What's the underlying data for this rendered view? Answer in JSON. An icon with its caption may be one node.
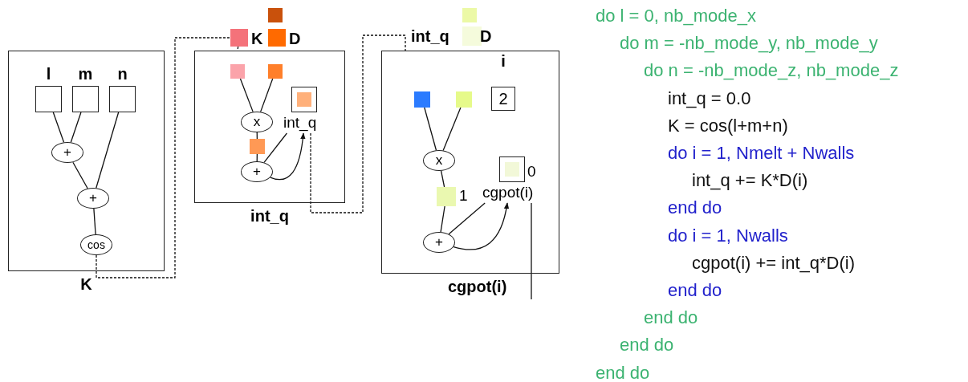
{
  "diagram": {
    "nodes": [
      {
        "text": [
          "K"
        ]
      },
      {
        "text": [
          "l"
        ],
        "in": 0
      },
      {
        "text": [
          "m"
        ],
        "in": 0
      },
      {
        "text": [
          "n"
        ],
        "in": 0
      },
      {
        "text": [
          "+"
        ],
        "in": 0
      },
      {
        "text": [
          "+"
        ],
        "in": 0
      },
      {
        "text": [
          "cos"
        ],
        "in": 0
      },
      {
        "text": [
          "int_q"
        ]
      },
      {
        "text": [],
        "shape": "box",
        "beside": [
          "K"
        ]
      },
      {
        "text": [],
        "shape": "box"
      },
      {
        "text": [],
        "shape": "box",
        "beside": [
          "D"
        ]
      },
      {
        "text": [],
        "shape": "box",
        "in": 7
      },
      {
        "text": [],
        "shape": "box",
        "in": 7
      },
      {
        "text": [
          "x"
        ],
        "in": 7
      },
      {
        "text": [],
        "shape": "box",
        "in": 7
      },
      {
        "text": [
          "+"
        ],
        "in": 7
      },
      {
        "text": [
          "int_q"
        ],
        "in": 7
      },
      {
        "text": [
          "cgpot(i)"
        ]
      },
      {
        "text": [],
        "shape": "box"
      },
      {
        "text": [],
        "shape": "box",
        "beside": [
          "int_q",
          "D"
        ]
      },
      {
        "text": [
          "i",
          "2"
        ],
        "in": 17
      },
      {
        "text": [],
        "shape": "box",
        "in": 17
      },
      {
        "text": [],
        "shape": "box",
        "in": 17
      },
      {
        "text": [
          "x"
        ],
        "in": 17
      },
      {
        "text": [],
        "shape": "box",
        "in": 17,
        "beside": [
          "1"
        ]
      },
      {
        "text": [
          "+"
        ],
        "in": 17
      },
      {
        "text": [
          "cgpot(i)"
        ],
        "in": 17,
        "beside": [
          "0"
        ]
      }
    ],
    "edges": [
      {
        "from": 1,
        "to": 4,
        "arrow": "none"
      },
      {
        "from": 2,
        "to": 4,
        "arrow": "none"
      },
      {
        "from": 4,
        "to": 5,
        "arrow": "none"
      },
      {
        "from": 3,
        "to": 5,
        "arrow": "none"
      },
      {
        "from": 5,
        "to": 6,
        "arrow": "none"
      },
      {
        "from": 6,
        "to": 8,
        "arrow": "none",
        "style": "dashed"
      },
      {
        "from": 8,
        "to": 7,
        "arrow": "none",
        "style": "dashed"
      },
      {
        "from": 11,
        "to": 13,
        "arrow": "none"
      },
      {
        "from": 12,
        "to": 13,
        "arrow": "none"
      },
      {
        "from": 13,
        "to": 14,
        "arrow": "none"
      },
      {
        "from": 14,
        "to": 15,
        "arrow": "none"
      },
      {
        "from": 16,
        "to": 15,
        "arrow": "none"
      },
      {
        "from": 15,
        "to": 16,
        "arrow": "to"
      },
      {
        "from": 16,
        "to": 17,
        "arrow": "none",
        "style": "dashed"
      },
      {
        "from": 21,
        "to": 23,
        "arrow": "none"
      },
      {
        "from": 22,
        "to": 23,
        "arrow": "none"
      },
      {
        "from": 23,
        "to": 24,
        "arrow": "none"
      },
      {
        "from": 24,
        "to": 25,
        "arrow": "none"
      },
      {
        "from": 26,
        "to": 25,
        "arrow": "none"
      },
      {
        "from": 25,
        "to": 26,
        "arrow": "to"
      },
      {
        "from": 26,
        "to": 17,
        "arrow": "none"
      }
    ],
    "labels": [
      "do l = 0, nb_mode_x",
      "do m = -nb_mode_y, nb_mode_y",
      "do n = -nb_mode_z, nb_mode_z",
      "int_q = 0.0",
      "K = cos(l+m+n)",
      "do i = 1, Nmelt + Nwalls",
      "int_q += K*D(i)",
      "end do",
      "do i = 1, Nwalls",
      "cgpot(i) += int_q*D(i)",
      "end do",
      "end do",
      "end do",
      "end do"
    ]
  }
}
